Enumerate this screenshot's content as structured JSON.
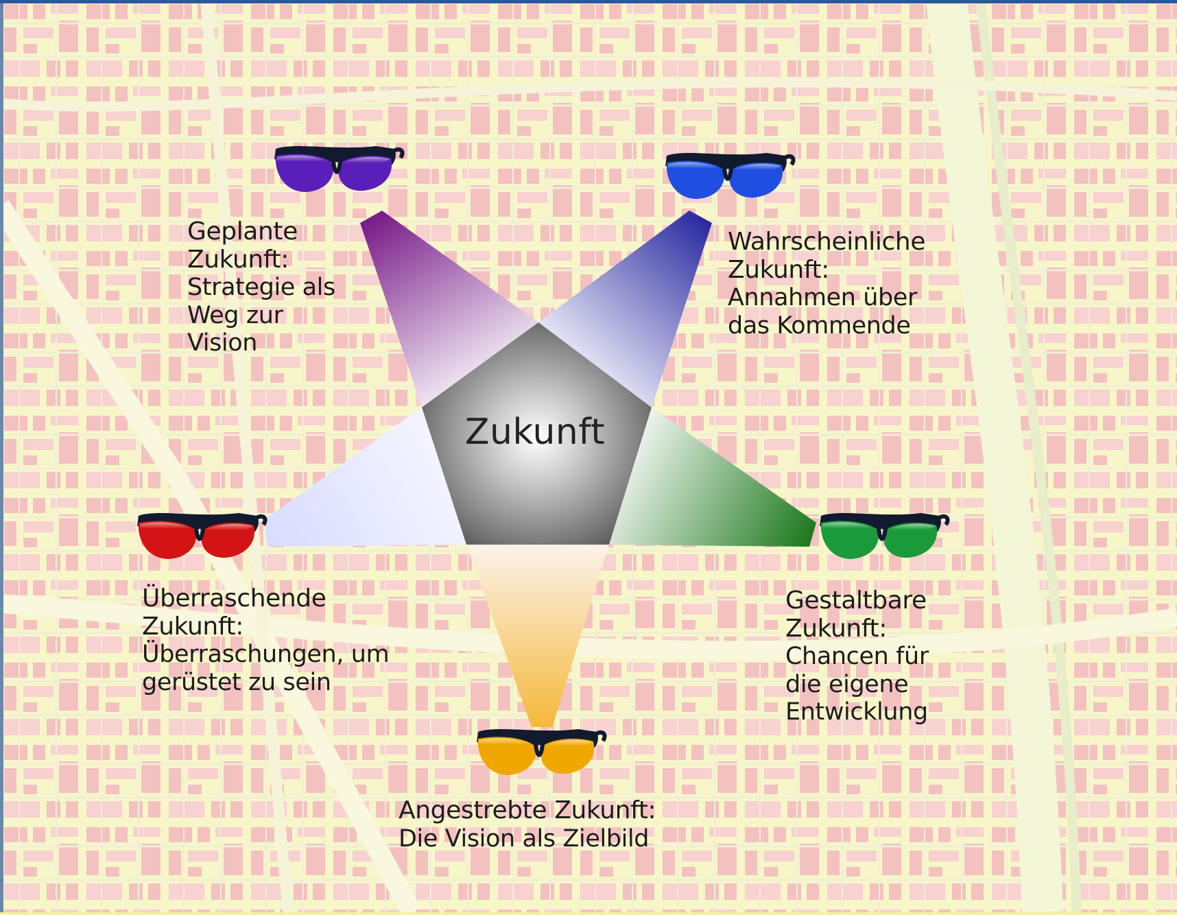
{
  "center": {
    "label": "Zukunft"
  },
  "lenses": [
    {
      "id": "planned",
      "lines": [
        "Geplante",
        "Zukunft:",
        "Strategie als",
        "Weg zur",
        "Vision"
      ],
      "color": "#5a1fb8"
    },
    {
      "id": "probable",
      "lines": [
        "Wahrscheinliche",
        "Zukunft:",
        "Annahmen über",
        "das Kommende"
      ],
      "color": "#1e4fe0"
    },
    {
      "id": "surprise",
      "lines": [
        "Überraschende",
        "Zukunft:",
        "Überraschungen, um",
        "gerüstet zu sein"
      ],
      "color": "#d41414"
    },
    {
      "id": "shapeable",
      "lines": [
        "Gestaltbare",
        "Zukunft:",
        "Chancen für",
        "die eigene",
        "Entwicklung"
      ],
      "color": "#1a9a3a"
    },
    {
      "id": "desired",
      "lines": [
        "Angestrebte Zukunft:",
        "Die Vision als Zielbild"
      ],
      "color": "#f0a800"
    }
  ],
  "beam_colors": {
    "planned": "#7a1f8a",
    "probable": "#2a2aa0",
    "surprise": "#d8dcff",
    "shapeable": "#1f7a1f",
    "desired": "#f5b83a"
  }
}
